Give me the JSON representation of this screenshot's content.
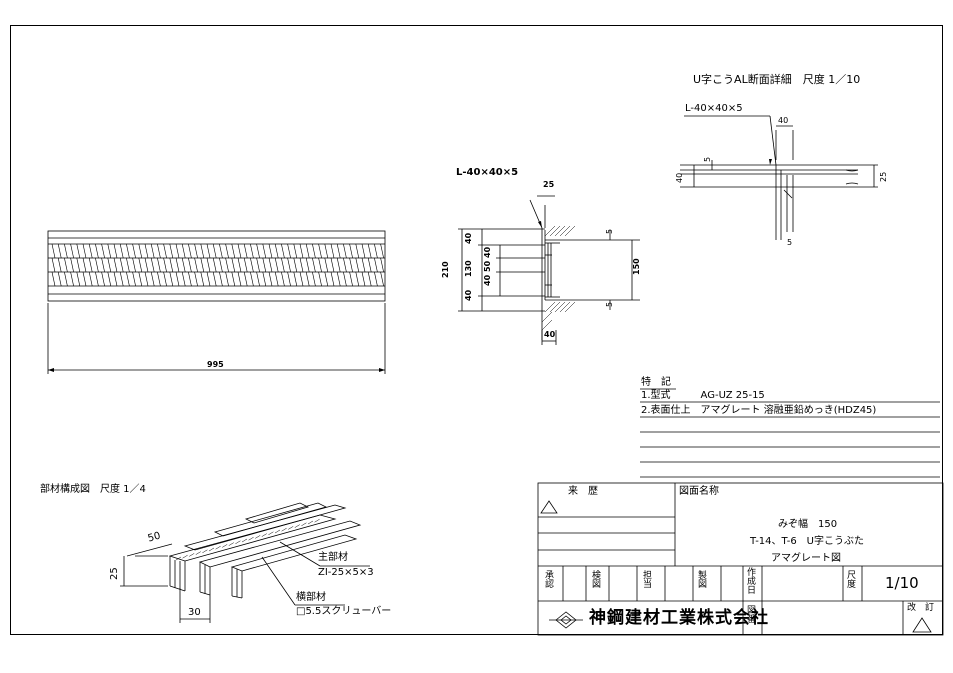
{
  "section_title": "U字こうAL断面詳細　尺度 1／10",
  "detail_angle": "L-40×40×5",
  "detail_dims": {
    "d40": "40",
    "d5a": "5",
    "d40b": "40",
    "d25": "25",
    "d5b": "5"
  },
  "plan_dim_995": "995",
  "section_angle": "L-40×40×5",
  "section_dims": {
    "d25": "25",
    "d210": "210",
    "d40a": "40",
    "d130": "130",
    "d40b": "40",
    "d40c": "40",
    "d50": "50",
    "d40d": "40",
    "d5a": "5",
    "d150": "150",
    "d5b": "5",
    "d40bottom": "40"
  },
  "notes": {
    "heading": "特　記",
    "line1": "1.型式　　　AG-UZ 25-15",
    "line2": "2.表面仕上　アマグレート 溶融亜鉛めっき(HDZ45)"
  },
  "parts": {
    "title": "部材構成図　尺度 1／4",
    "dim50": "50",
    "dim25": "25",
    "dim30": "30",
    "main_label": "主部材",
    "main_spec": "ZI-25×5×3",
    "cross_label": "横部材",
    "cross_spec": "□5.5スクリューバー"
  },
  "title_block": {
    "history": "来　歴",
    "drawing_name_label": "図面名称",
    "name_line1": "みぞ幅　150",
    "name_line2": "T-14、T-6　U字こうぶた",
    "name_line3": "アマグレート図",
    "approve": "承認",
    "check": "検図",
    "charge": "担当",
    "draft": "製図",
    "created_date": "作成日",
    "scale_label": "尺度",
    "scale_value": "1/10",
    "revision": "改　訂",
    "company": "神鋼建材工業株式会社",
    "drawing_no": "図番"
  }
}
